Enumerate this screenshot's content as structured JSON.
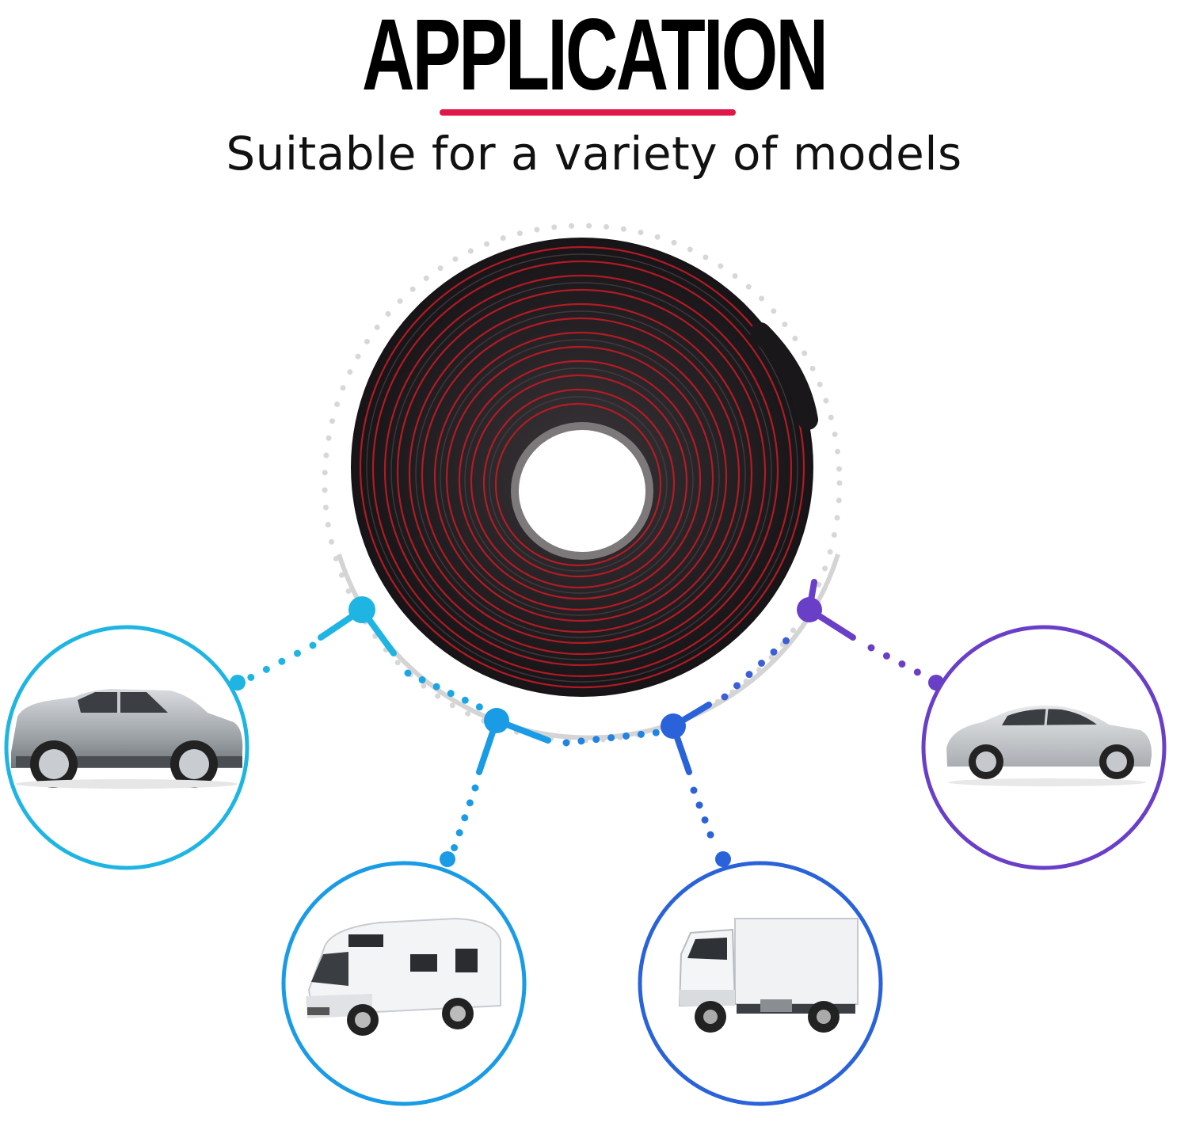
{
  "header": {
    "title": "APPLICATION",
    "subtitle": "Suitable for a variety of models",
    "underline_color": "#e0174a"
  },
  "product": {
    "name_icon": "seal-strip-coil-icon",
    "tape_color": "#d21f2a",
    "rubber_color": "#1c1a1f"
  },
  "vehicles": [
    {
      "id": "suv",
      "icon": "suv-icon",
      "color": "#1fb5e3"
    },
    {
      "id": "rv",
      "icon": "motorhome-icon",
      "color": "#1a9be6"
    },
    {
      "id": "truck",
      "icon": "box-truck-icon",
      "color": "#2a63d9"
    },
    {
      "id": "sedan",
      "icon": "sedan-icon",
      "color": "#6a3fc8"
    }
  ]
}
